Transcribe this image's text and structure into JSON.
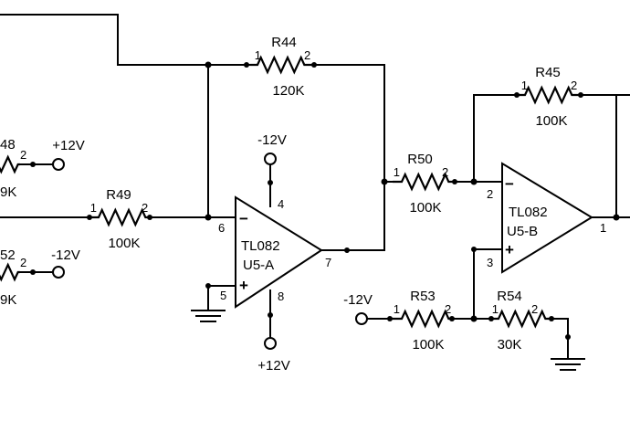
{
  "resistors": [
    {
      "ref": "R44",
      "value": "120K"
    },
    {
      "ref": "R45",
      "value": "100K"
    },
    {
      "ref": "R49",
      "value": "100K"
    },
    {
      "ref": "R50",
      "value": "100K"
    },
    {
      "ref": "R53",
      "value": "100K"
    },
    {
      "ref": "R54",
      "value": "30K"
    },
    {
      "ref": "48",
      "value": "9K"
    },
    {
      "ref": "52",
      "value": "9K"
    }
  ],
  "pin_labels": {
    "one": "1",
    "two": "2"
  },
  "opamps": {
    "u5a": {
      "part": "TL082",
      "designator": "U5-A",
      "pin_inverting": "6",
      "pin_noninverting": "5",
      "pin_output": "7",
      "pin_vneg": "4",
      "pin_vpos": "8"
    },
    "u5b": {
      "part": "TL082",
      "designator": "U5-B",
      "pin_inverting": "2",
      "pin_noninverting": "3",
      "pin_output": "1"
    }
  },
  "signs": {
    "minus": "−",
    "plus": "+"
  },
  "supplies": {
    "u5a_top": "-12V",
    "u5a_bottom": "+12V",
    "r53_in": "-12V",
    "left_top": "+12V",
    "left_bottom": "-12V"
  }
}
